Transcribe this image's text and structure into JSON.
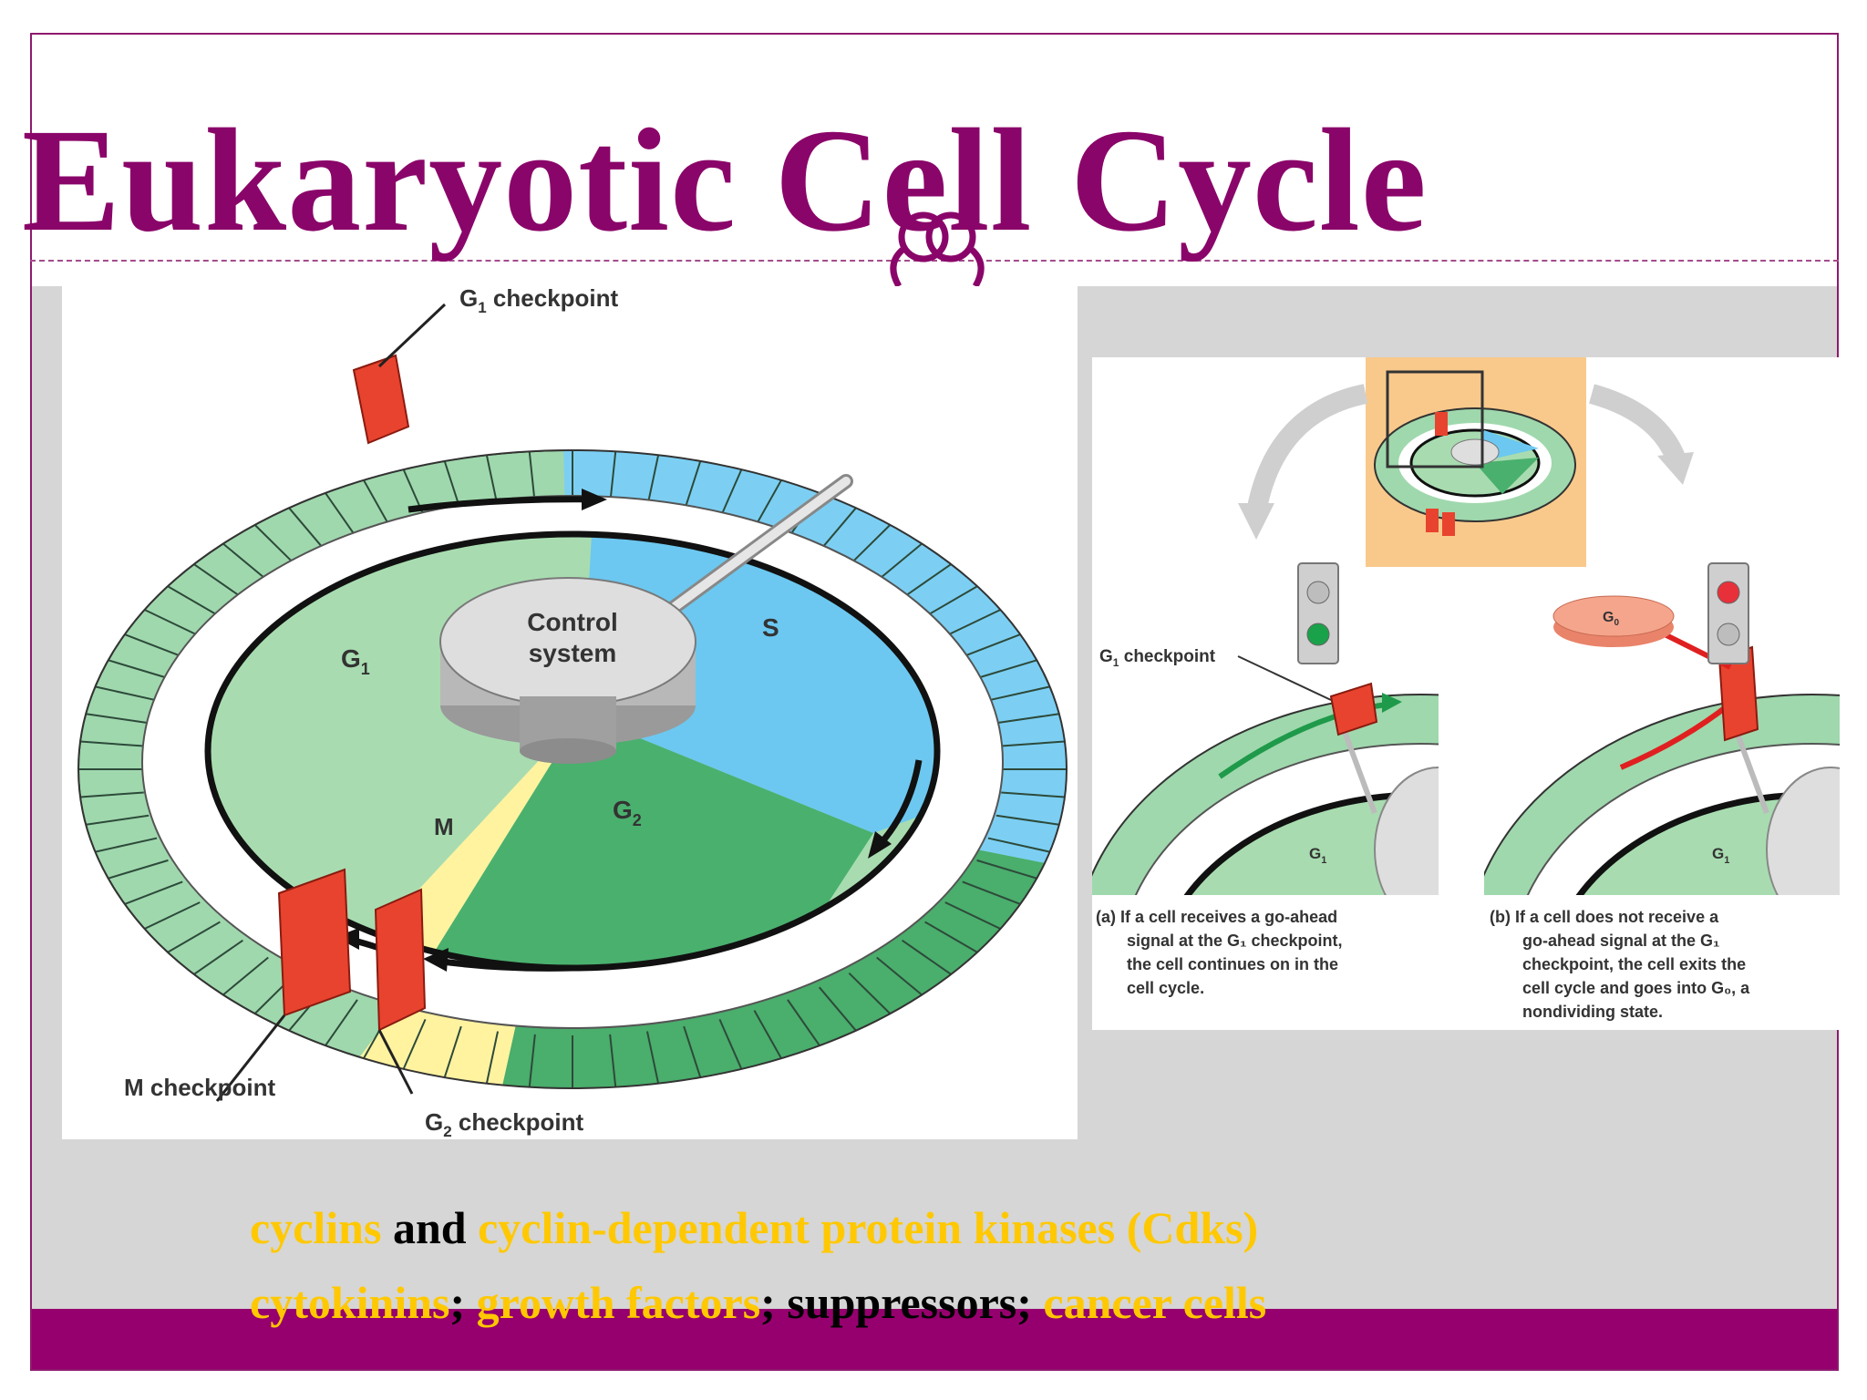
{
  "title": "Eukaryotic Cell Cycle",
  "left_figure": {
    "g1_checkpoint_label": "G",
    "g1_checkpoint_sub": "1",
    "g1_checkpoint_suffix": " checkpoint",
    "control_system_line1": "Control",
    "control_system_line2": "system",
    "phase_g1": "G",
    "phase_g1_sub": "1",
    "phase_s": "S",
    "phase_g2": "G",
    "phase_g2_sub": "2",
    "phase_m": "M",
    "m_checkpoint_label": "M checkpoint",
    "g2_checkpoint_label": "G",
    "g2_checkpoint_sub": "2",
    "g2_checkpoint_suffix": " checkpoint"
  },
  "right_figure": {
    "g1_checkpoint_label": "G",
    "g1_checkpoint_sub": "1",
    "g1_checkpoint_suffix": " checkpoint",
    "g0_label": "G",
    "g0_sub": "0",
    "panel_a_g1": "G",
    "panel_a_g1_sub": "1",
    "panel_b_g1": "G",
    "panel_b_g1_sub": "1",
    "caption_a": [
      "(a) If a cell receives a go-ahead",
      "signal at the G₁ checkpoint,",
      "the cell continues on in the",
      "cell cycle."
    ],
    "caption_b": [
      "(b) If a cell does not receive a",
      "go-ahead signal at the G₁",
      "checkpoint, the cell exits the",
      "cell cycle and goes into G₀, a",
      "nondividing state."
    ]
  },
  "footer": {
    "line1": {
      "cyclins": "cyclins",
      "and": " and ",
      "cdks": "cyclin-dependent protein kinases (Cdks)"
    },
    "line2": {
      "cytokinins": "cytokinins",
      "sep1": "; ",
      "growth": "growth factors",
      "sep2": "; suppressors; ",
      "cancer": "cancer cells"
    }
  },
  "colors": {
    "title": "#8a0569",
    "accent_bar": "#96006e",
    "g1_phase": "#a8dcb0",
    "s_phase": "#6cc8f0",
    "g2_phase": "#4ab06e",
    "m_phase": "#fff3a0",
    "checkpoint": "#e8432e",
    "keyword_yellow": "#ffc800"
  }
}
